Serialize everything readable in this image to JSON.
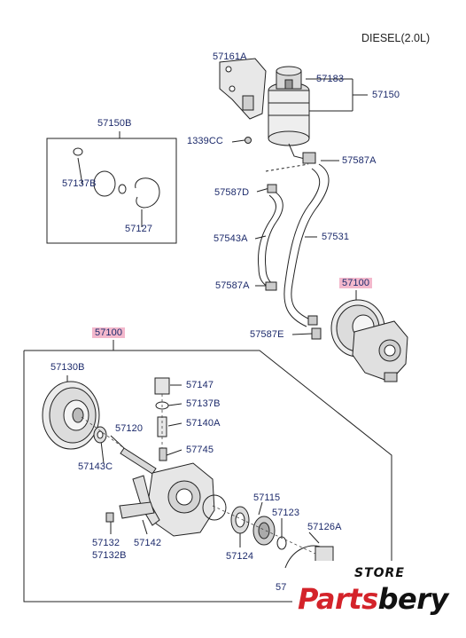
{
  "title": "DIESEL(2.0L)",
  "labels": {
    "l57161A": "57161A",
    "l57183": "57183",
    "l57150": "57150",
    "l57150B": "57150B",
    "l1339CC": "1339CC",
    "l57137B_top": "57137B",
    "l57127": "57127",
    "l57587A_top": "57587A",
    "l57587D": "57587D",
    "l57543A": "57543A",
    "l57531": "57531",
    "l57587A_bot": "57587A",
    "l57100_right": "57100",
    "l57587E": "57587E",
    "l57100_left": "57100",
    "l57130B": "57130B",
    "l57147": "57147",
    "l57137B_mid": "57137B",
    "l57140A": "57140A",
    "l57120": "57120",
    "l57745": "57745",
    "l57143C": "57143C",
    "l57115": "57115",
    "l57123": "57123",
    "l57126A": "57126A",
    "l57132": "57132",
    "l57132B": "57132B",
    "l57142": "57142",
    "l57124": "57124",
    "l57_partial": "57"
  },
  "watermark": {
    "store": "STORE",
    "brand_red": "Parts",
    "brand_black": "bery"
  },
  "colors": {
    "label": "#1c2a6b",
    "highlight": "#f3b8cc",
    "brand_red": "#d4232a",
    "line": "#222222"
  }
}
